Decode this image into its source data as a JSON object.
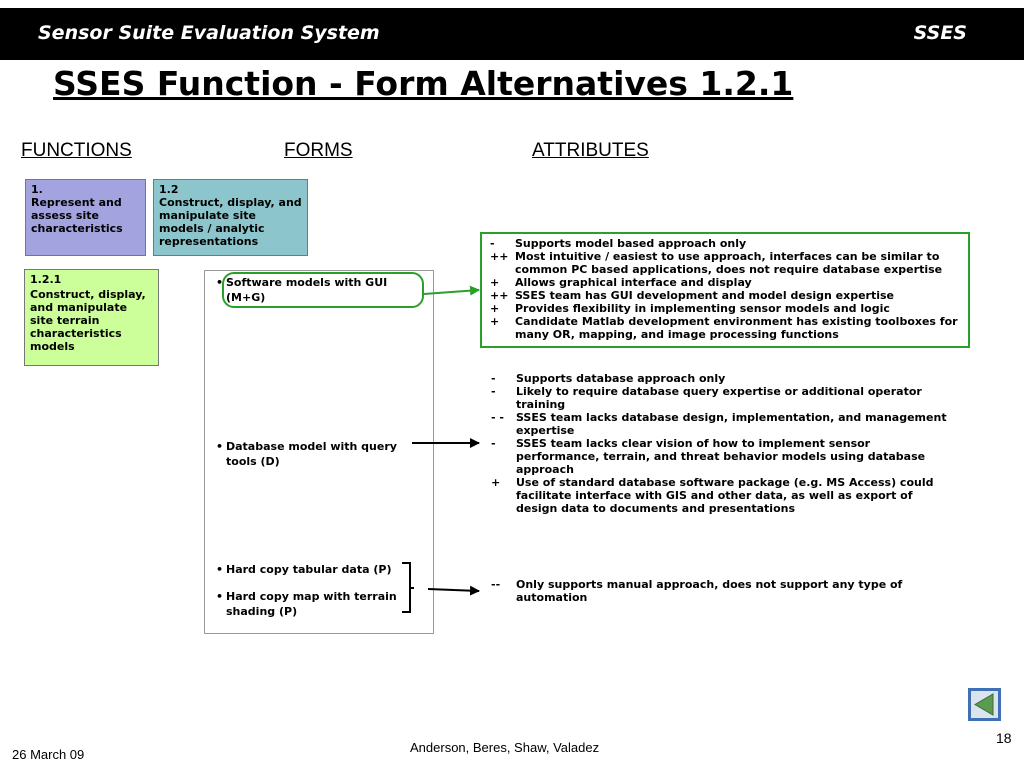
{
  "header": {
    "left_title": "Sensor Suite Evaluation System",
    "right_title": "SSES"
  },
  "slide_title": "SSES Function - Form Alternatives 1.2.1",
  "columns": {
    "functions": "FUNCTIONS",
    "forms": "FORMS",
    "attributes": "ATTRIBUTES"
  },
  "function_boxes": [
    {
      "number": "1.",
      "text": "Represent and assess site characteristics",
      "color": "#a3a3e0"
    },
    {
      "number": "1.2",
      "text": "Construct, display, and manipulate site models / analytic representations",
      "color": "#8cc5cc"
    },
    {
      "number": "1.2.1",
      "text": "Construct, display, and manipulate site terrain characteristics models",
      "color": "#ccff99"
    }
  ],
  "forms": [
    {
      "bullet": "•",
      "text": "Software models with GUI (M+G)"
    },
    {
      "bullet": "•",
      "text": "Database model with query tools (D)"
    },
    {
      "bullet": "•",
      "text": "Hard copy tabular data (P)"
    },
    {
      "bullet": "•",
      "text": "Hard copy map with terrain shading (P)"
    }
  ],
  "attributes": {
    "gui": [
      {
        "sym": "-",
        "text": "Supports model based approach  only"
      },
      {
        "sym": "++",
        "text": "Most intuitive / easiest to use approach, interfaces can be similar to common PC based applications, does not require database expertise"
      },
      {
        "sym": "+",
        "text": "Allows graphical interface and display"
      },
      {
        "sym": "++",
        "text": "SSES team has GUI development and model design expertise"
      },
      {
        "sym": "+",
        "text": "Provides flexibility in implementing sensor models and logic"
      },
      {
        "sym": "+",
        "text": "Candidate Matlab development environment has existing toolboxes for many OR, mapping, and image processing functions"
      }
    ],
    "database": [
      {
        "sym": "-",
        "text": "Supports database approach  only"
      },
      {
        "sym": "-",
        "text": "Likely to require database query expertise or additional operator training"
      },
      {
        "sym": "- -",
        "text": "SSES team lacks database design,  implementation, and management expertise"
      },
      {
        "sym": "-",
        "text": "SSES team lacks clear vision of how to implement sensor performance, terrain, and threat behavior models using database approach"
      },
      {
        "sym": "+",
        "text": "Use of standard database software package (e.g. MS Access) could facilitate interface with GIS and other data, as well as export of design data to documents and presentations"
      }
    ],
    "hardcopy": [
      {
        "sym": "--",
        "text": "Only supports manual approach, does not support any type of automation"
      }
    ]
  },
  "footer": {
    "date": "26 March 09",
    "authors": "Anderson, Beres, Shaw, Valadez",
    "page": "18"
  },
  "colors": {
    "header_bg": "#000000",
    "highlight_green": "#2aa02a",
    "nav_blue": "#3f6fb5"
  },
  "nav_icon": "back-triangle-icon"
}
